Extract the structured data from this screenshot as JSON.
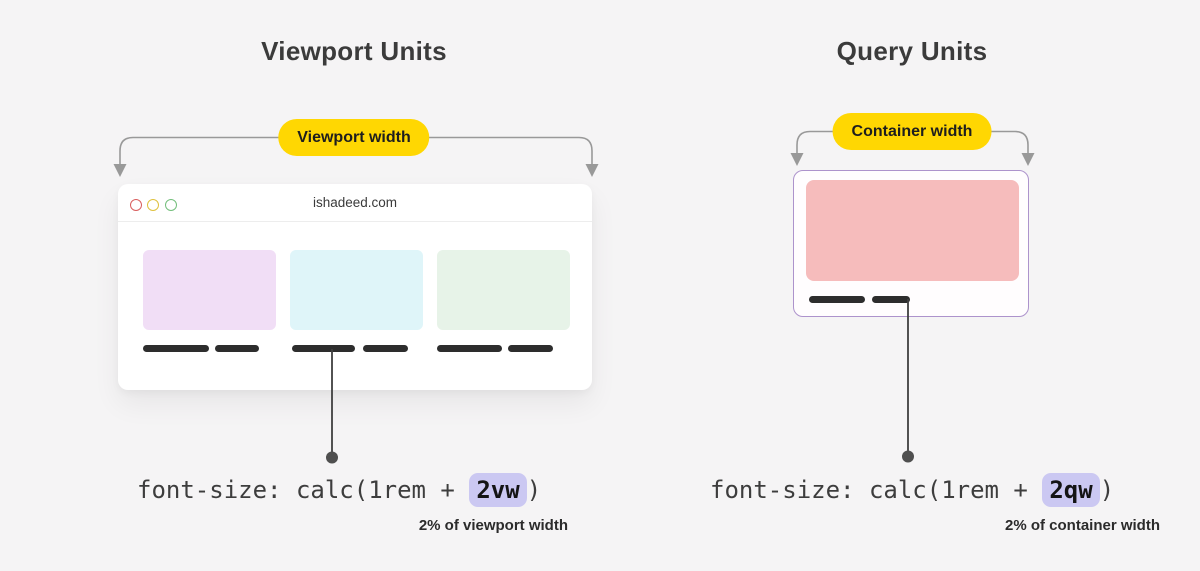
{
  "left_panel": {
    "title": "Viewport Units",
    "bracket_label": "Viewport width",
    "browser": {
      "url": "ishadeed.com",
      "traffic_lights": [
        {
          "name": "red",
          "ring_color": "#d95f5f"
        },
        {
          "name": "yellow",
          "ring_color": "#dfc13f"
        },
        {
          "name": "green",
          "ring_color": "#74bf7c"
        }
      ],
      "cards": [
        {
          "name": "lavender-card",
          "color": "#f1def6"
        },
        {
          "name": "cyan-card",
          "color": "#dff5f9"
        },
        {
          "name": "green-card",
          "color": "#e7f3e8"
        }
      ]
    },
    "code": {
      "prefix": "font-size: calc(1rem + ",
      "unit": "2vw",
      "suffix": ")"
    },
    "caption": "2% of viewport width"
  },
  "right_panel": {
    "title": "Query Units",
    "bracket_label": "Container width",
    "container": {
      "border_color": "#ad93cc",
      "card_color": "#f6bcbc"
    },
    "code": {
      "prefix": "font-size: calc(1rem + ",
      "unit": "2qw",
      "suffix": ")"
    },
    "caption": "2% of container width"
  },
  "colors": {
    "page_background": "#f5f4f5",
    "pill_background": "#ffd702",
    "highlight_background": "#cbc8f2",
    "bracket_arrow": "#999999",
    "pointer_line": "#3f3f3f",
    "dash": "#2d2d2d",
    "title_text": "#3b3b3b"
  }
}
